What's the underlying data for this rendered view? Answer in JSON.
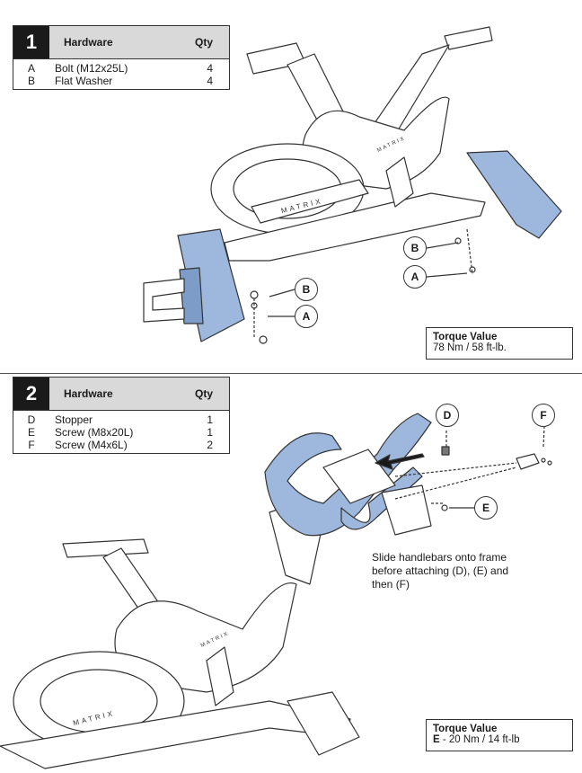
{
  "step1": {
    "number": "1",
    "header": "Hardware",
    "qty_header": "Qty",
    "items": [
      {
        "letter": "A",
        "name": "Bolt (M12x25L)",
        "qty": "4"
      },
      {
        "letter": "B",
        "name": "Flat Washer",
        "qty": "4"
      }
    ],
    "torque_title": "Torque Value",
    "torque_value": "78 Nm / 58 ft-lb.",
    "callouts": [
      "B",
      "A",
      "B",
      "A"
    ],
    "brand": "MATRIX"
  },
  "step2": {
    "number": "2",
    "header": "Hardware",
    "qty_header": "Qty",
    "items": [
      {
        "letter": "D",
        "name": "Stopper",
        "qty": "1"
      },
      {
        "letter": "E",
        "name": "Screw (M8x20L)",
        "qty": "1"
      },
      {
        "letter": "F",
        "name": "Screw (M4x6L)",
        "qty": "2"
      }
    ],
    "torque_title": "Torque Value",
    "torque_label": "E",
    "torque_value": " - 20 Nm / 14 ft-lb",
    "callouts": [
      "D",
      "F",
      "E"
    ],
    "note": "Slide handlebars onto frame before attaching (D), (E) and then (F)",
    "brand": "MATRIX"
  },
  "colors": {
    "part_highlight": "#9db7dd",
    "line": "#333333",
    "header_bg": "#d9d9d9"
  }
}
